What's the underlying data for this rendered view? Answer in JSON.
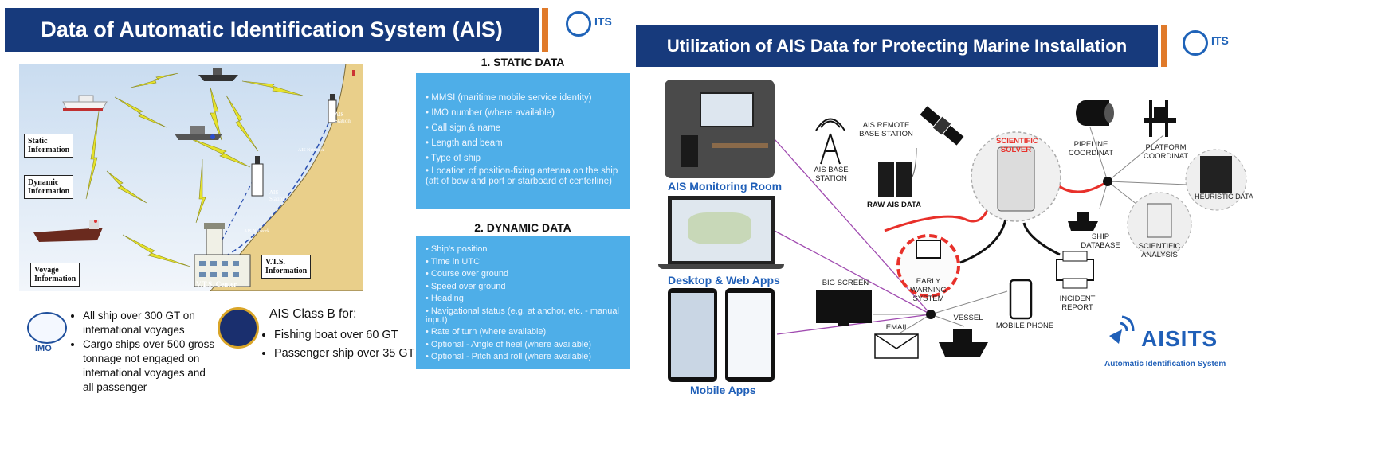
{
  "left": {
    "title": "Data of Automatic Identification System (AIS)",
    "logo_text": "ITS",
    "diagram_labels": {
      "static": "Static Information",
      "dynamic": "Dynamic Information",
      "voyage": "Voyage Information",
      "vts": "V.T.S. Information",
      "vts_center": "V.T.S. Center",
      "ais_station_1": "AIS Station",
      "ais_station_2": "AIS Station",
      "ais_network_1": "AIS Network",
      "ais_network_2": "AIS Network"
    },
    "imo_label": "IMO",
    "class_a_items": [
      "All ship over 300 GT on international voyages",
      "Cargo ships over 500 gross tonnage not engaged on international voyages and all passenger"
    ],
    "class_b_title": "AIS Class B for:",
    "class_b_items": [
      "Fishing boat over 60 GT",
      "Passenger ship over 35 GT"
    ],
    "static_heading": "1. STATIC DATA",
    "static_items": [
      "MMSI (maritime mobile service identity)",
      "IMO number (where available)",
      "Call sign & name",
      "Length and beam",
      "Type of ship",
      "Location of position-fixing antenna on the ship (aft of bow and port or starboard of centerline)"
    ],
    "dynamic_heading": "2. DYNAMIC DATA",
    "dynamic_items": [
      "Ship's position",
      "Time in UTC",
      "Course over ground",
      "Speed over ground",
      "Heading",
      "Navigational status (e.g. at anchor, etc. - manual input)",
      "Rate of turn (where available)",
      "Optional - Angle of heel (where available)",
      "Optional - Pitch and roll (where available)"
    ]
  },
  "right": {
    "title": "Utilization of AIS Data for Protecting Marine Installation",
    "logo_text": "ITS",
    "monitoring_room": "AIS Monitoring Room",
    "desktop_apps": "Desktop & Web Apps",
    "mobile_apps": "Mobile Apps",
    "nodes": {
      "ais_base_station": "AIS BASE STATION",
      "ais_remote_base_station": "AIS REMOTE BASE STATION",
      "raw_ais_data": "RAW AIS DATA",
      "scientific_solver": "SCIENTIFIC SOLVER",
      "pipeline_coordinat": "PIPELINE COORDINAT",
      "platform_coordinat": "PLATFORM COORDINAT",
      "heuristic_data": "HEURISTIC DATA",
      "ship_database": "SHIP DATABASE",
      "scientific_analysis": "SCIENTIFIC ANALYSIS",
      "early_warning_system": "EARLY WARNING SYSTEM",
      "incident_report": "INCIDENT REPORT",
      "big_screen": "BIG SCREEN",
      "email": "EMAIL",
      "vessel": "VESSEL",
      "mobile_phone": "MOBILE PHONE"
    },
    "brand_name": "AISITS",
    "brand_tagline": "Automatic Identification System"
  },
  "colors": {
    "banner": "#173a7c",
    "accent": "#e07a2a",
    "box_blue": "#4eaee8",
    "caption_blue": "#1f5fb8",
    "solver_red": "#e8302a",
    "link_purple": "#a04bb0"
  }
}
